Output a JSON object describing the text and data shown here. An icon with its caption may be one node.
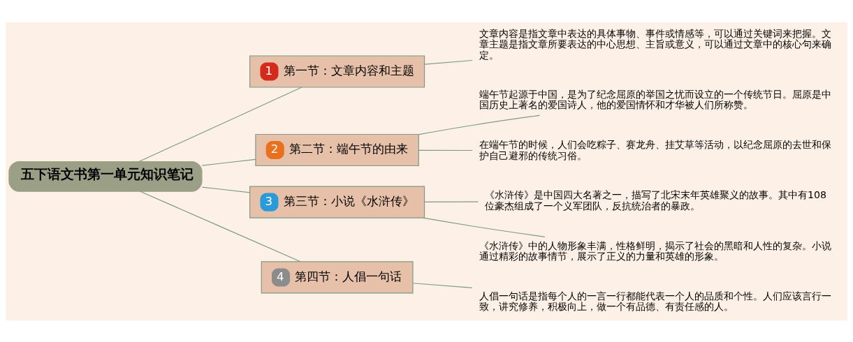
{
  "diagram": {
    "nodes": [
      {
        "text": [
          "五下语文书第一单元知识笔记"
        ]
      },
      {
        "text": [
          "1",
          "第一节：文章内容和主题"
        ]
      },
      {
        "text": [
          "文章内容是指文章中表达的具体事物、事件或情感等，可以通过关键词来把握。文章主题是指文章所要表达的中心思想、主旨或意义，可以通过文章中的核心句来确定。"
        ]
      },
      {
        "text": [
          "2",
          "第二节：端午节的由来"
        ]
      },
      {
        "text": [
          "端午节起源于中国，是为了纪念屈原的举国之忧而设立的一个传统节日。屈原是中国历史上著名的爱国诗人，他的爱国情怀和才华被人们所称赞。"
        ]
      },
      {
        "text": [
          "在端午节的时候，人们会吃粽子、赛龙舟、挂艾草等活动，以纪念屈原的去世和保护自己避邪的传统习俗。"
        ]
      },
      {
        "text": [
          "3",
          "第三节：小说《水浒传》"
        ]
      },
      {
        "text": [
          "《水浒传》是中国四大名著之一，描写了北宋末年英雄聚义的故事。其中有108位豪杰组成了一个义军团队，反抗统治者的暴政。"
        ]
      },
      {
        "text": [
          "《水浒传》中的人物形象丰满，性格鲜明，揭示了社会的黑暗和人性的复杂。小说通过精彩的故事情节，展示了正义的力量和英雄的形象。"
        ]
      },
      {
        "text": [
          "4",
          "第四节：人倡一句话"
        ]
      },
      {
        "text": [
          "人倡一句话是指每个人的一言一行都能代表一个人的品质和个性。人们应该言行一致，讲究修养，积极向上，做一个有品德、有责任感的人。"
        ]
      }
    ],
    "edges": [
      {
        "from": 0,
        "to": 1,
        "arrow": "none"
      },
      {
        "from": 0,
        "to": 3,
        "arrow": "none"
      },
      {
        "from": 0,
        "to": 6,
        "arrow": "none"
      },
      {
        "from": 0,
        "to": 9,
        "arrow": "none"
      },
      {
        "from": 1,
        "to": 2,
        "arrow": "none"
      },
      {
        "from": 3,
        "to": 4,
        "arrow": "none"
      },
      {
        "from": 3,
        "to": 5,
        "arrow": "none"
      },
      {
        "from": 6,
        "to": 7,
        "arrow": "none"
      },
      {
        "from": 6,
        "to": 8,
        "arrow": "none"
      },
      {
        "from": 9,
        "to": 10,
        "arrow": "none"
      }
    ]
  }
}
